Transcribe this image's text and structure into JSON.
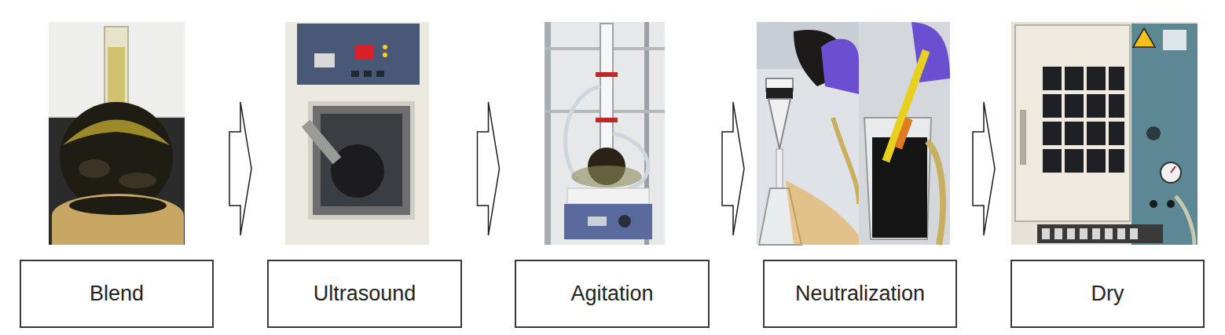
{
  "diagram": {
    "nodes": [
      {
        "text": [
          "Blend"
        ]
      },
      {
        "text": [
          "Ultrasound"
        ]
      },
      {
        "text": [
          "Agitation"
        ]
      },
      {
        "text": [
          "Neutralization"
        ]
      },
      {
        "text": [
          "Dry"
        ]
      }
    ],
    "edges": [
      {
        "from": 0,
        "to": 1,
        "arrow": "to"
      },
      {
        "from": 1,
        "to": 2,
        "arrow": "to"
      },
      {
        "from": 2,
        "to": 3,
        "arrow": "to"
      },
      {
        "from": 3,
        "to": 4,
        "arrow": "to"
      }
    ]
  }
}
